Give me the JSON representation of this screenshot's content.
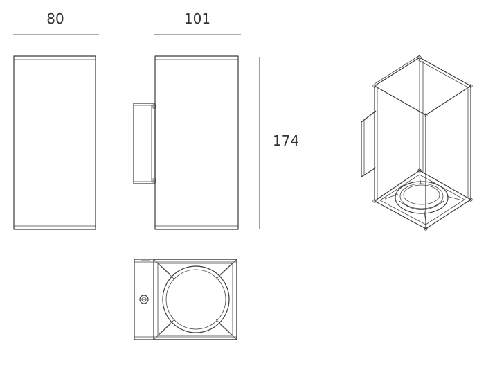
{
  "dimensions": {
    "width_front": "80",
    "width_side": "101",
    "height": "174"
  }
}
